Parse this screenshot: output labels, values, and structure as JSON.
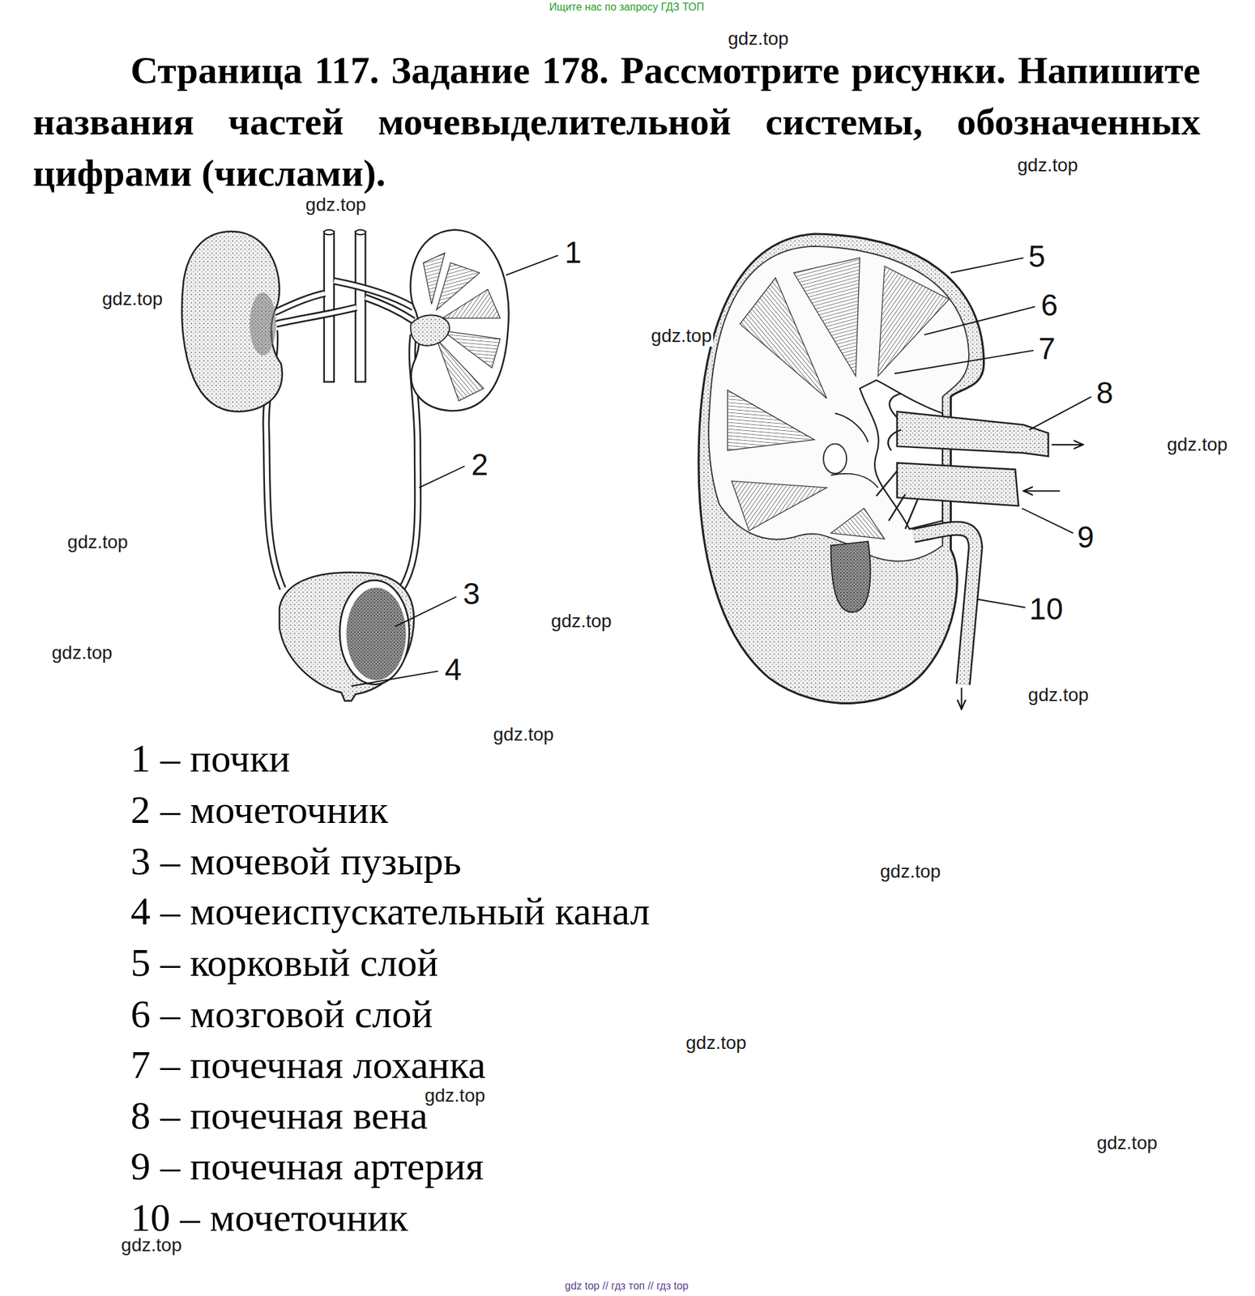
{
  "diagram": {
    "title": "Страница 117. Задание 178. Рассмотрите рисунки. Напишите названия частей мочевыделительной системы, обозначенных цифрами (числами).",
    "labels": [
      "Ищите нас по запросу ГДЗ ТОП",
      "gdz.top",
      "gdz.top",
      "gdz.top",
      "1",
      "gdz.top",
      "gdz.top",
      "5",
      "6",
      "7",
      "8",
      "gdz.top",
      "2",
      "9",
      "gdz.top",
      "3",
      "10",
      "gdz.top",
      "gdz.top",
      "4",
      "gdz.top",
      "gdz.top",
      "1 – почки",
      "2 – мочеточник",
      "3 – мочевой пузырь",
      "gdz.top",
      "4 – мочеиспускательный канал",
      "5 – корковый слой",
      "6 – мозговой слой",
      "gdz.top",
      "7 – почечная лоханка",
      "gdz.top",
      "8 – почечная вена",
      "gdz.top",
      "9 – почечная артерия",
      "10 – мочеточник",
      "gdz.top",
      "gdz top // гдз топ // гдз top"
    ]
  }
}
